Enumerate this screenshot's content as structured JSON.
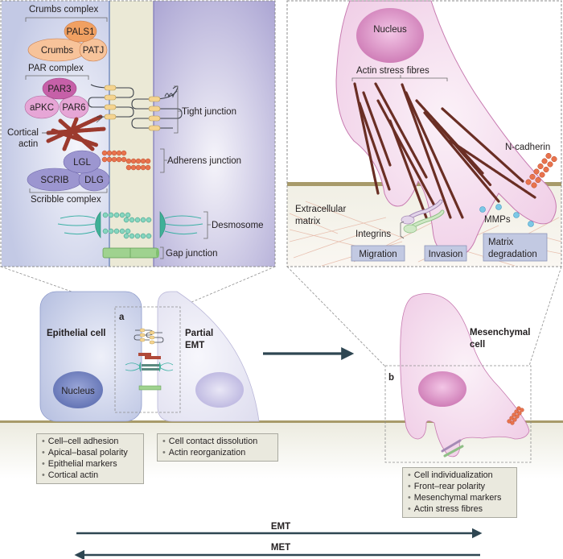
{
  "panel_a_zoom": {
    "crumbs_complex": {
      "title": "Crumbs complex",
      "proteins": [
        "PALS1",
        "Crumbs",
        "PATJ"
      ]
    },
    "par_complex": {
      "title": "PAR complex",
      "proteins": [
        "PAR3",
        "aPKC",
        "PAR6"
      ]
    },
    "cortical_actin": "Cortical\nactin",
    "cortical_actin_line1": "Cortical",
    "cortical_actin_line2": "actin",
    "scribble_complex": {
      "title": "Scribble complex",
      "proteins": [
        "LGL",
        "SCRIB",
        "DLG"
      ]
    },
    "junctions": [
      "Tight junction",
      "Adherens junction",
      "Desmosome",
      "Gap junction"
    ]
  },
  "panel_b_zoom": {
    "nucleus": "Nucleus",
    "actin_stress_fibres": "Actin stress fibres",
    "n_cadherin": "N-cadherin",
    "ecm_line1": "Extracellular",
    "ecm_line2": "matrix",
    "mmps": "MMPs",
    "integrins": "Integrins",
    "process_boxes": [
      "Migration",
      "Invasion",
      "Matrix degradation"
    ],
    "matrix_line1": "Matrix",
    "matrix_line2": "degradation"
  },
  "cells": {
    "panel_a_label": "a",
    "panel_b_label": "b",
    "epithelial": "Epithelial cell",
    "epithelial_nucleus": "Nucleus",
    "partial_emt_line1": "Partial",
    "partial_emt_line2": "EMT",
    "mesenchymal_line1": "Mesenchymal",
    "mesenchymal_line2": "cell"
  },
  "feature_lists": {
    "epithelial": [
      "Cell–cell adhesion",
      "Apical–basal polarity",
      "Epithelial markers",
      "Cortical actin"
    ],
    "partial_emt": [
      "Cell contact dissolution",
      "Actin reorganization"
    ],
    "mesenchymal": [
      "Cell individualization",
      "Front–rear polarity",
      "Mesenchymal markers",
      "Actin stress fibres"
    ]
  },
  "transitions": {
    "forward": "EMT",
    "reverse": "MET"
  },
  "colors": {
    "epithelial_cell": "#c5cbe6",
    "partial_cell": "#e4e3f2",
    "mesenchymal_cell": "#f3d9ec",
    "nucleus_epithelial": "#6e7fbc",
    "nucleus_mesenchymal": "#cf7cb6",
    "substrate": "#a89b6a",
    "crumbs": "#f0a870",
    "par": "#d887c4",
    "scribble": "#9d96cf",
    "adherens": "#e46c48",
    "desmosome": "#4ab79e",
    "gap": "#9fd28f",
    "arrow": "#2e4652",
    "mmp": "#5bb7dc"
  }
}
